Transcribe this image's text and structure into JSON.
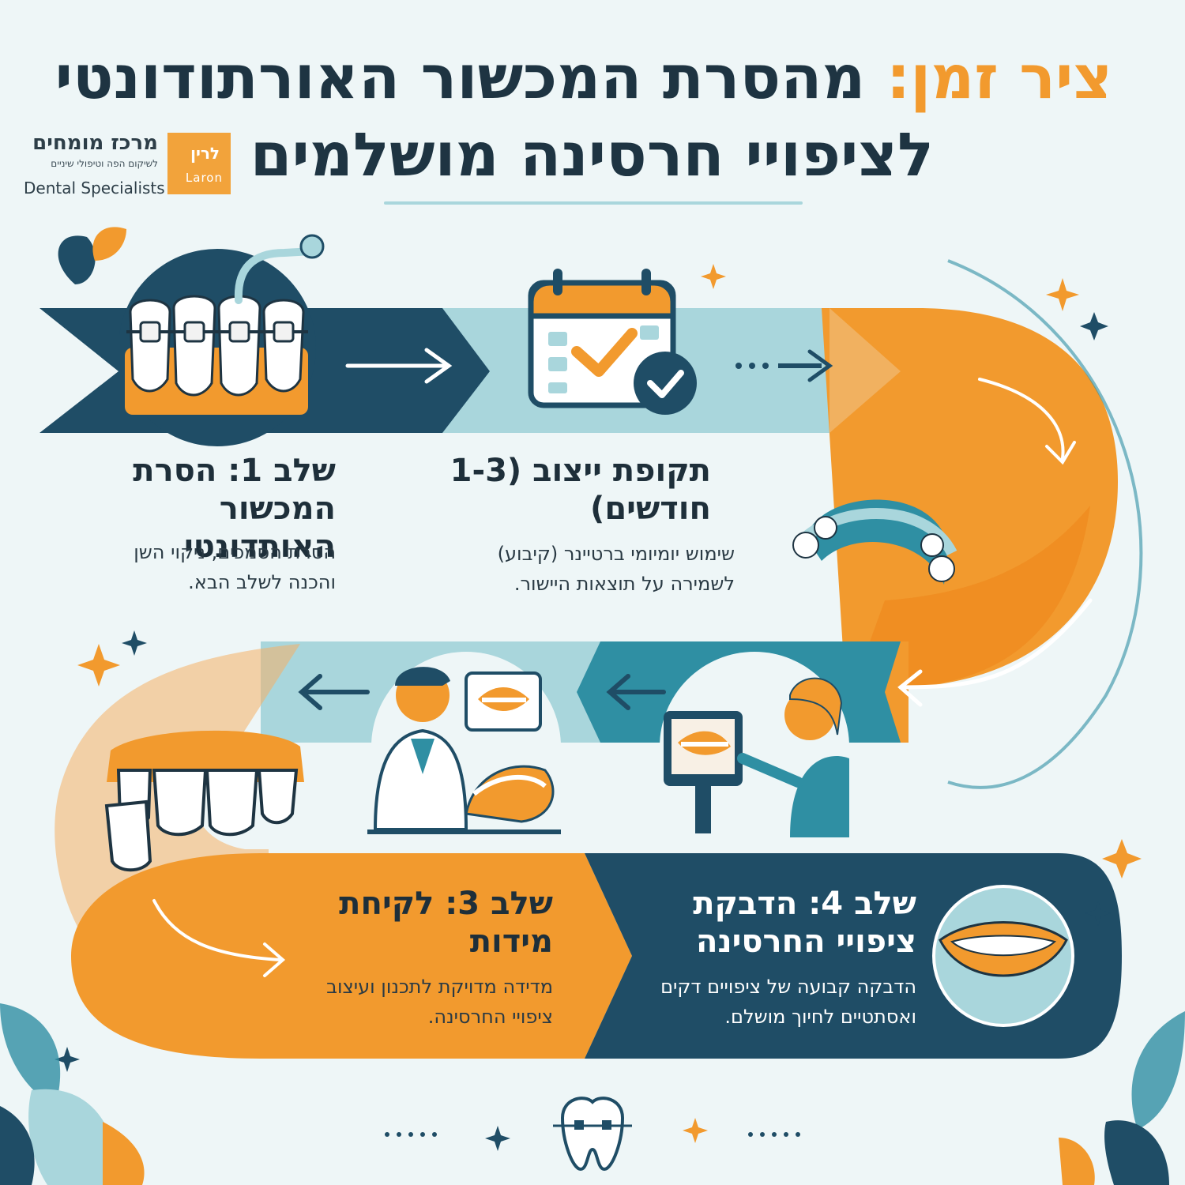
{
  "title": {
    "highlight": "ציר זמן:",
    "line1_rest": "מהסרת המכשור האורתודונטי",
    "line2": "לציפויי חרסינה מושלמים"
  },
  "logo": {
    "name_he": "לרין",
    "name_en": "Laron",
    "title_he": "מרכז מומחים",
    "subtitle_he": "לשיקום הפה וטיפולי שיניים",
    "tagline_en": "Dental Specialists"
  },
  "steps": [
    {
      "heading": "שלב 1: הסרת המכשור האותדונטי",
      "text": "הסרת הסמכים, ניקוי השן והכנה לשלב הבא.",
      "icon": "teeth-with-braces-icon"
    },
    {
      "heading": "תקופת ייצוב (1-3 חודשים)",
      "text": "שימוש יומיומי ברטיינר (קיבוע) לשמירה על תוצאות היישור.",
      "icon": "calendar-check-icon"
    },
    {
      "heading": "שלב 3: לקיחת מידות",
      "text": "מדידה מדויקת לתכנון ועיצוב ציפויי החרסינה.",
      "icon": "dentist-impression-icon"
    },
    {
      "heading": "שלב 4: הדבקת ציפויי החרסינה",
      "text": "הדבקה קבועה של ציפויים דקים ואסתטיים לחיוך מושלם.",
      "icon": "smile-icon"
    }
  ],
  "colors": {
    "navy": "#1f4d66",
    "teal": "#2f8fa3",
    "light_teal": "#a9d6dc",
    "orange": "#f29a2e",
    "dark_text": "#1e3442",
    "background": "#eef6f7"
  }
}
